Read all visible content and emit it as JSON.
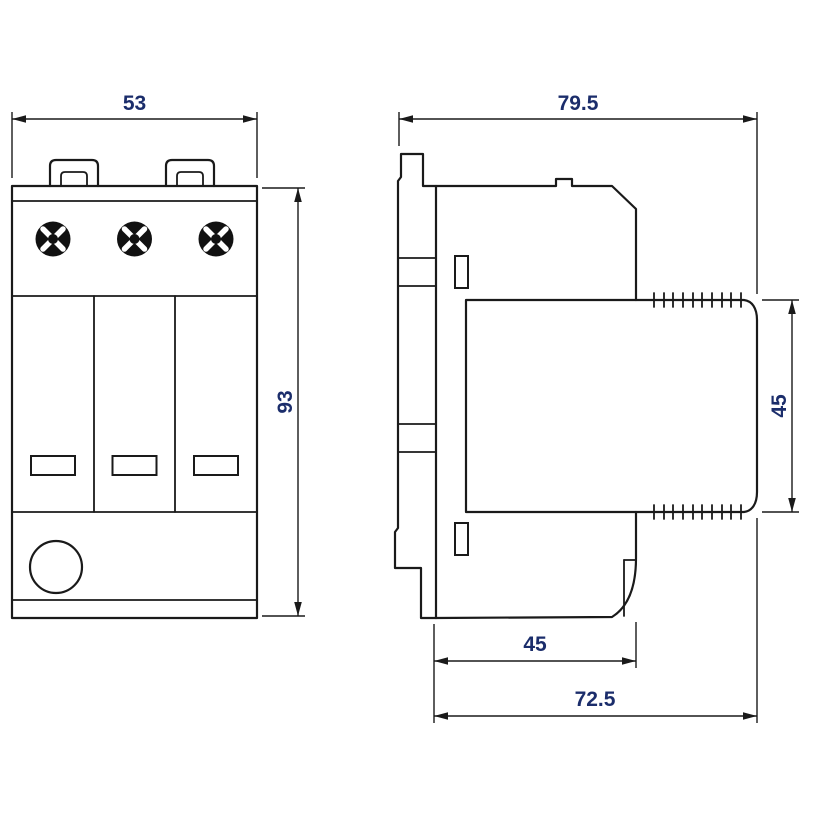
{
  "drawing": {
    "views": {
      "front": {
        "width_label": "53",
        "height_label": "93"
      },
      "side": {
        "overall_width_label": "79.5",
        "module_height_label": "45",
        "base_depth_label": "45",
        "overall_depth_label": "72.5"
      }
    },
    "colors": {
      "line": "#1a1a1a",
      "dimension_text": "#1b2d6b",
      "background": "#ffffff"
    }
  }
}
